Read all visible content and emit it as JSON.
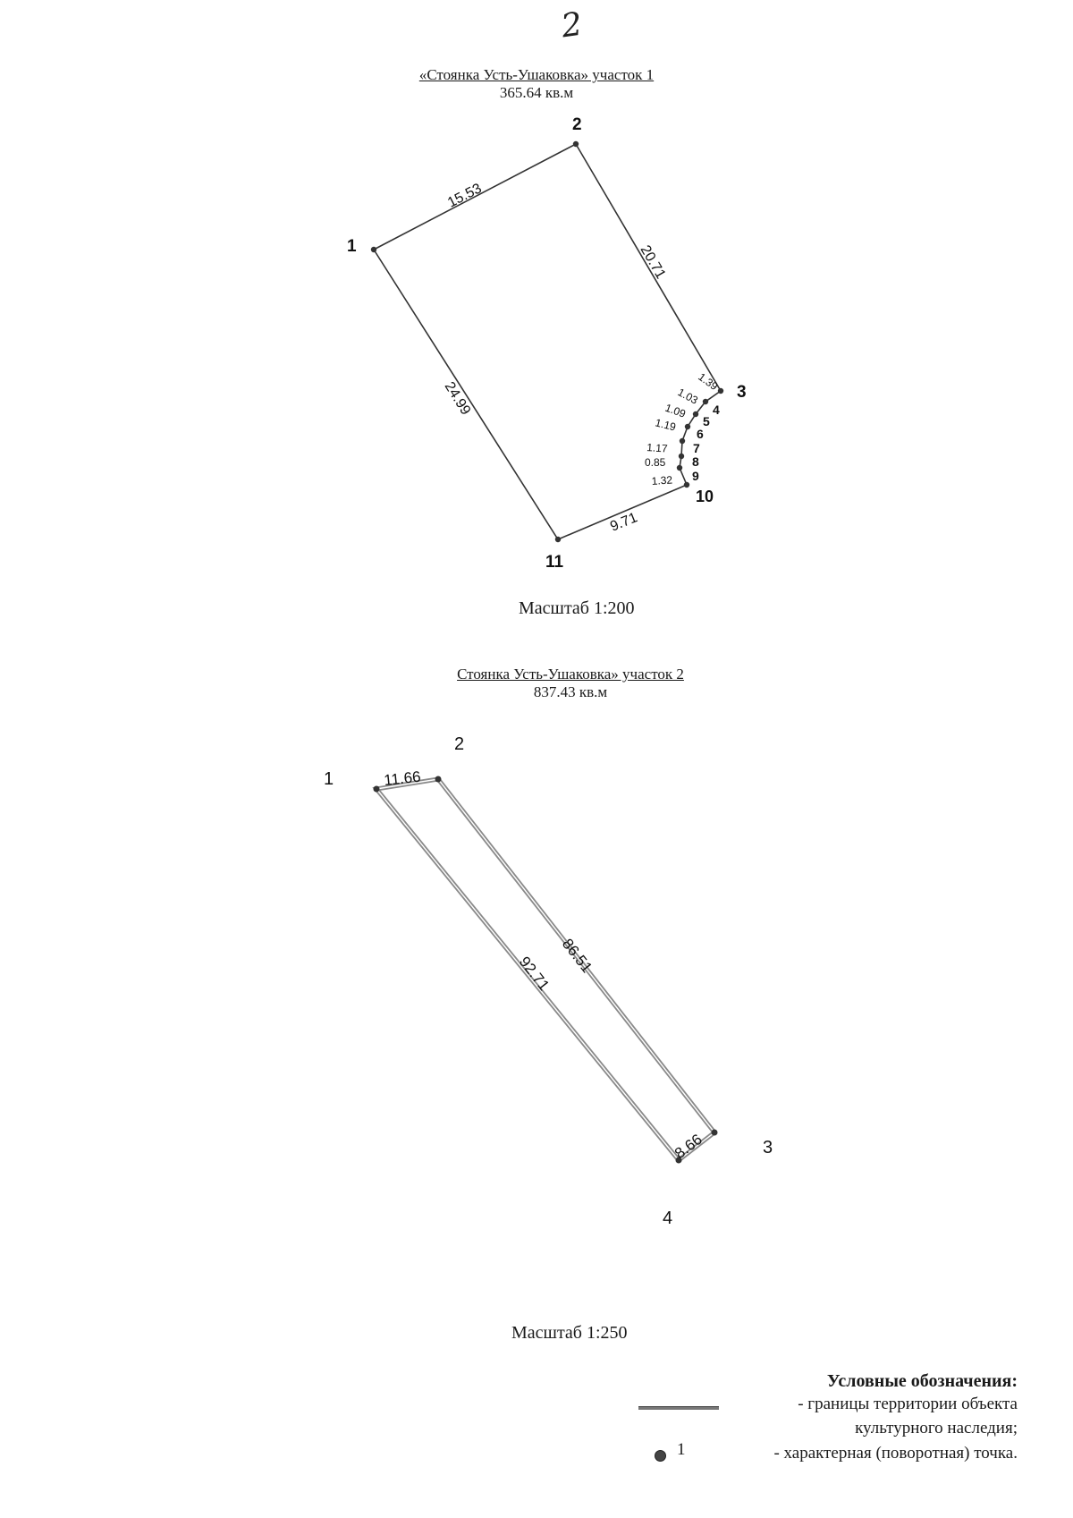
{
  "page_mark": "2",
  "plot1": {
    "title": "«Стоянка Усть-Ушаковка» участок 1",
    "area": "365.64 кв.м",
    "scale": "Масштаб 1:200",
    "points": [
      "1",
      "2",
      "3",
      "4",
      "5",
      "6",
      "7",
      "8",
      "9",
      "10",
      "11"
    ],
    "lengths": [
      "15.53",
      "20.71",
      "1.39",
      "1.03",
      "1.09",
      "1.19",
      "1.17",
      "0.85",
      "1.32",
      "9.71",
      "24.99"
    ]
  },
  "plot2": {
    "title": "Стоянка Усть-Ушаковка» участок 2",
    "area": "837.43 кв.м",
    "scale": "Масштаб 1:250",
    "points": [
      "1",
      "2",
      "3",
      "4"
    ],
    "lengths": [
      "11.66",
      "86.51",
      "8.66",
      "92.71"
    ]
  },
  "legend": {
    "title": "Условные обозначения:",
    "boundary_line1": "- границы территории объекта",
    "boundary_line2": "культурного наследия;",
    "point_example": "1",
    "point_text": "- характерная (поворотная) точка."
  }
}
